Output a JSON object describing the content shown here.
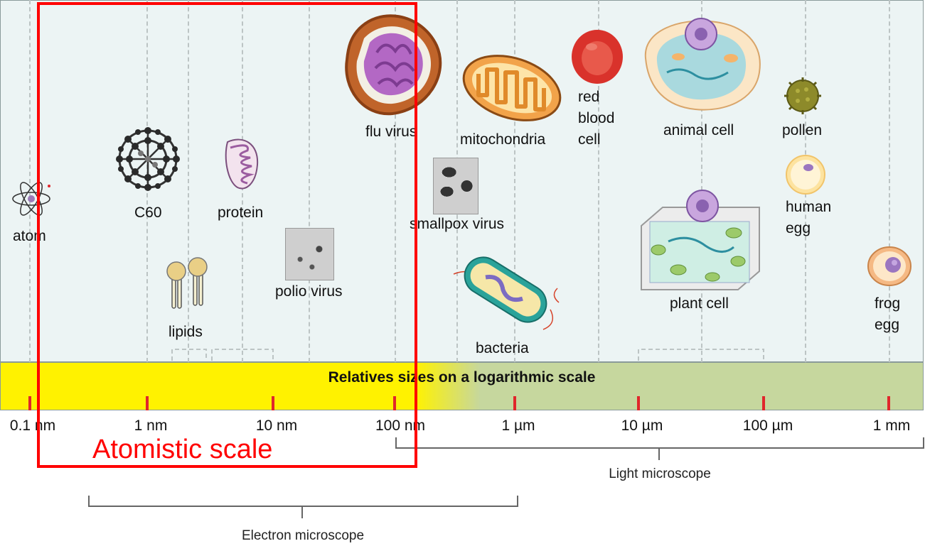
{
  "scale_bar": {
    "title": "Relatives sizes on a logarithmic scale",
    "ticks": [
      "0.1 nm",
      "1 nm",
      "10 nm",
      "100 nm",
      "1 µm",
      "10 µm",
      "100 µm",
      "1 mm"
    ]
  },
  "objects": {
    "atom": "atom",
    "c60": "C60",
    "lipids": "lipids",
    "protein": "protein",
    "polio_virus": "polio virus",
    "flu_virus": "flu virus",
    "mitochondria": "mitochondria",
    "smallpox_virus": "smallpox virus",
    "bacteria": "bacteria",
    "red_blood_cell": [
      "red",
      "blood",
      "cell"
    ],
    "animal_cell": "animal cell",
    "plant_cell": "plant cell",
    "pollen": "pollen",
    "human_egg": [
      "human",
      "egg"
    ],
    "frog_egg": [
      "frog",
      "egg"
    ]
  },
  "ranges": {
    "light_microscope": "Light microscope",
    "electron_microscope": "Electron microscope"
  },
  "highlight": {
    "label": "Atomistic scale",
    "color": "#ff0000"
  },
  "colors": {
    "nano_band": "#fff200",
    "micro_band": "#c6d79e",
    "tick": "#e0262b"
  }
}
